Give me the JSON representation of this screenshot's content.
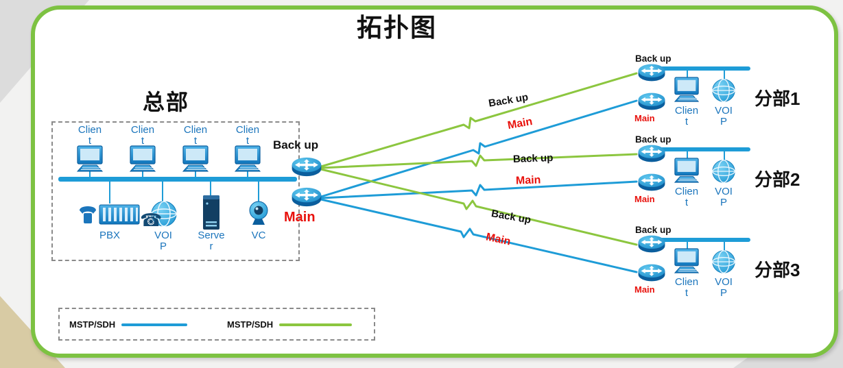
{
  "title": "拓扑图",
  "colors": {
    "frame_green": "#7DC242",
    "link_green": "#8CC63F",
    "link_blue": "#1E9CD7",
    "device_label_blue": "#1B75BC",
    "main_red": "#E8110C"
  },
  "headquarters": {
    "label": "总部",
    "clients": [
      {
        "label": "Clien\nt"
      },
      {
        "label": "Clien\nt"
      },
      {
        "label": "Clien\nt"
      },
      {
        "label": "Clien\nt"
      }
    ],
    "devices": [
      {
        "type": "pbx",
        "label": "PBX"
      },
      {
        "type": "voip",
        "label": "VOI\nP"
      },
      {
        "type": "server",
        "label": "Serve\nr"
      },
      {
        "type": "vc",
        "label": "VC"
      }
    ],
    "routers": {
      "backup_label": "Back up",
      "main_label": "Main"
    }
  },
  "branches": [
    {
      "name": "分部1",
      "backup_label": "Back up",
      "main_label": "Main",
      "client_label": "Clien\nt",
      "voip_label": "VOI\nP"
    },
    {
      "name": "分部2",
      "backup_label": "Back up",
      "main_label": "Main",
      "client_label": "Clien\nt",
      "voip_label": "VOI\nP"
    },
    {
      "name": "分部3",
      "backup_label": "Back up",
      "main_label": "Main",
      "client_label": "Clien\nt",
      "voip_label": "VOI\nP"
    }
  ],
  "links": [
    {
      "type": "backup",
      "to": "分部1",
      "label": "Back up"
    },
    {
      "type": "main",
      "to": "分部1",
      "label": "Main"
    },
    {
      "type": "backup",
      "to": "分部2",
      "label": "Back up"
    },
    {
      "type": "main",
      "to": "分部2",
      "label": "Main"
    },
    {
      "type": "backup",
      "to": "分部3",
      "label": "Back up"
    },
    {
      "type": "main",
      "to": "分部3",
      "label": "Main"
    }
  ],
  "legend": [
    {
      "label": "MSTP/SDH",
      "line_color": "#1E9CD7"
    },
    {
      "label": "MSTP/SDH",
      "line_color": "#8CC63F"
    }
  ]
}
